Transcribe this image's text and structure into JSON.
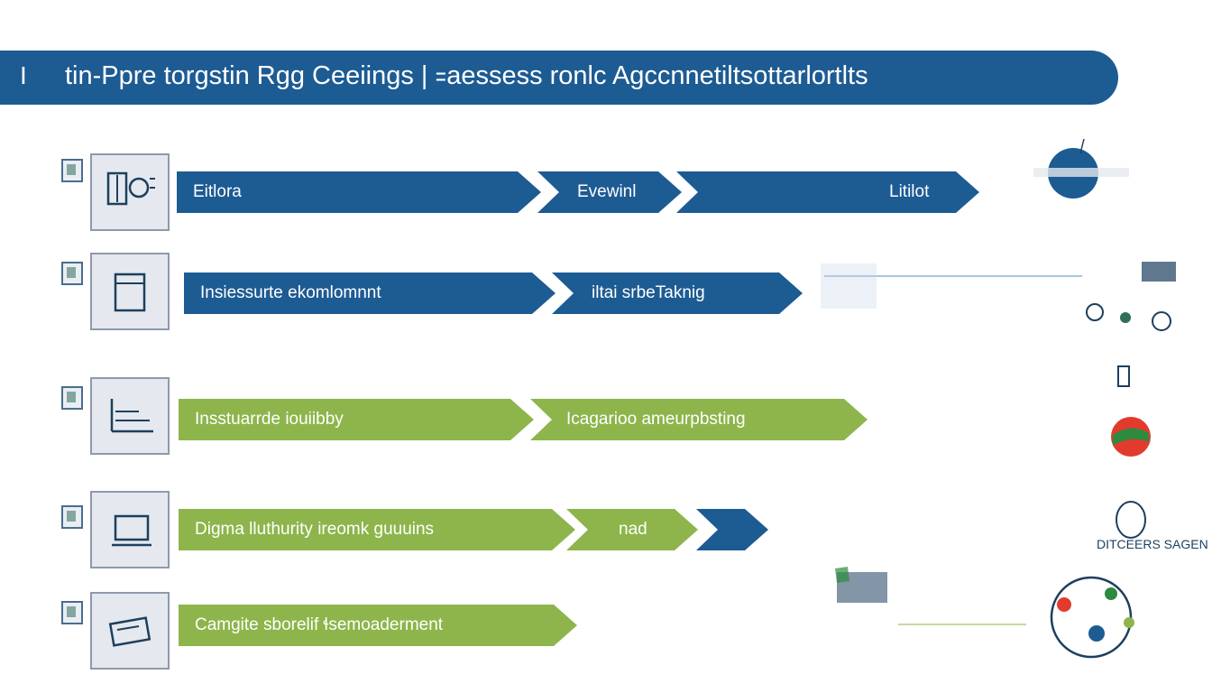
{
  "header": {
    "mark": "I",
    "title": "tin-Ppre torgstin Rgg Ceeiings | ꞊aessess ronlc Agccnnetiltsottarlortlts"
  },
  "rows": [
    {
      "arrows": [
        "Eitlora",
        "Evewinl",
        "Litilot"
      ],
      "color": "#1d5b93"
    },
    {
      "arrows": [
        "Insiessurte ekomlomnnt",
        "iltai srbeTaknig"
      ],
      "color": "#1d5b93"
    },
    {
      "arrows": [
        "Insstuarrde iouiibby",
        "Icagarioo ameurpbsting"
      ],
      "color": "#8db54b"
    },
    {
      "arrows": [
        "Digma lluthurity ireomk guuuins",
        "nad",
        ""
      ],
      "color": "#8db54b"
    },
    {
      "arrows": [
        "Camgite sborelif ɬsemoaderment"
      ],
      "color": "#8db54b"
    }
  ],
  "side_label": "DITCEERS SAGEN",
  "colors": {
    "blue": "#1d5b93",
    "green": "#8db54b",
    "panel": "#e5e8ee"
  }
}
